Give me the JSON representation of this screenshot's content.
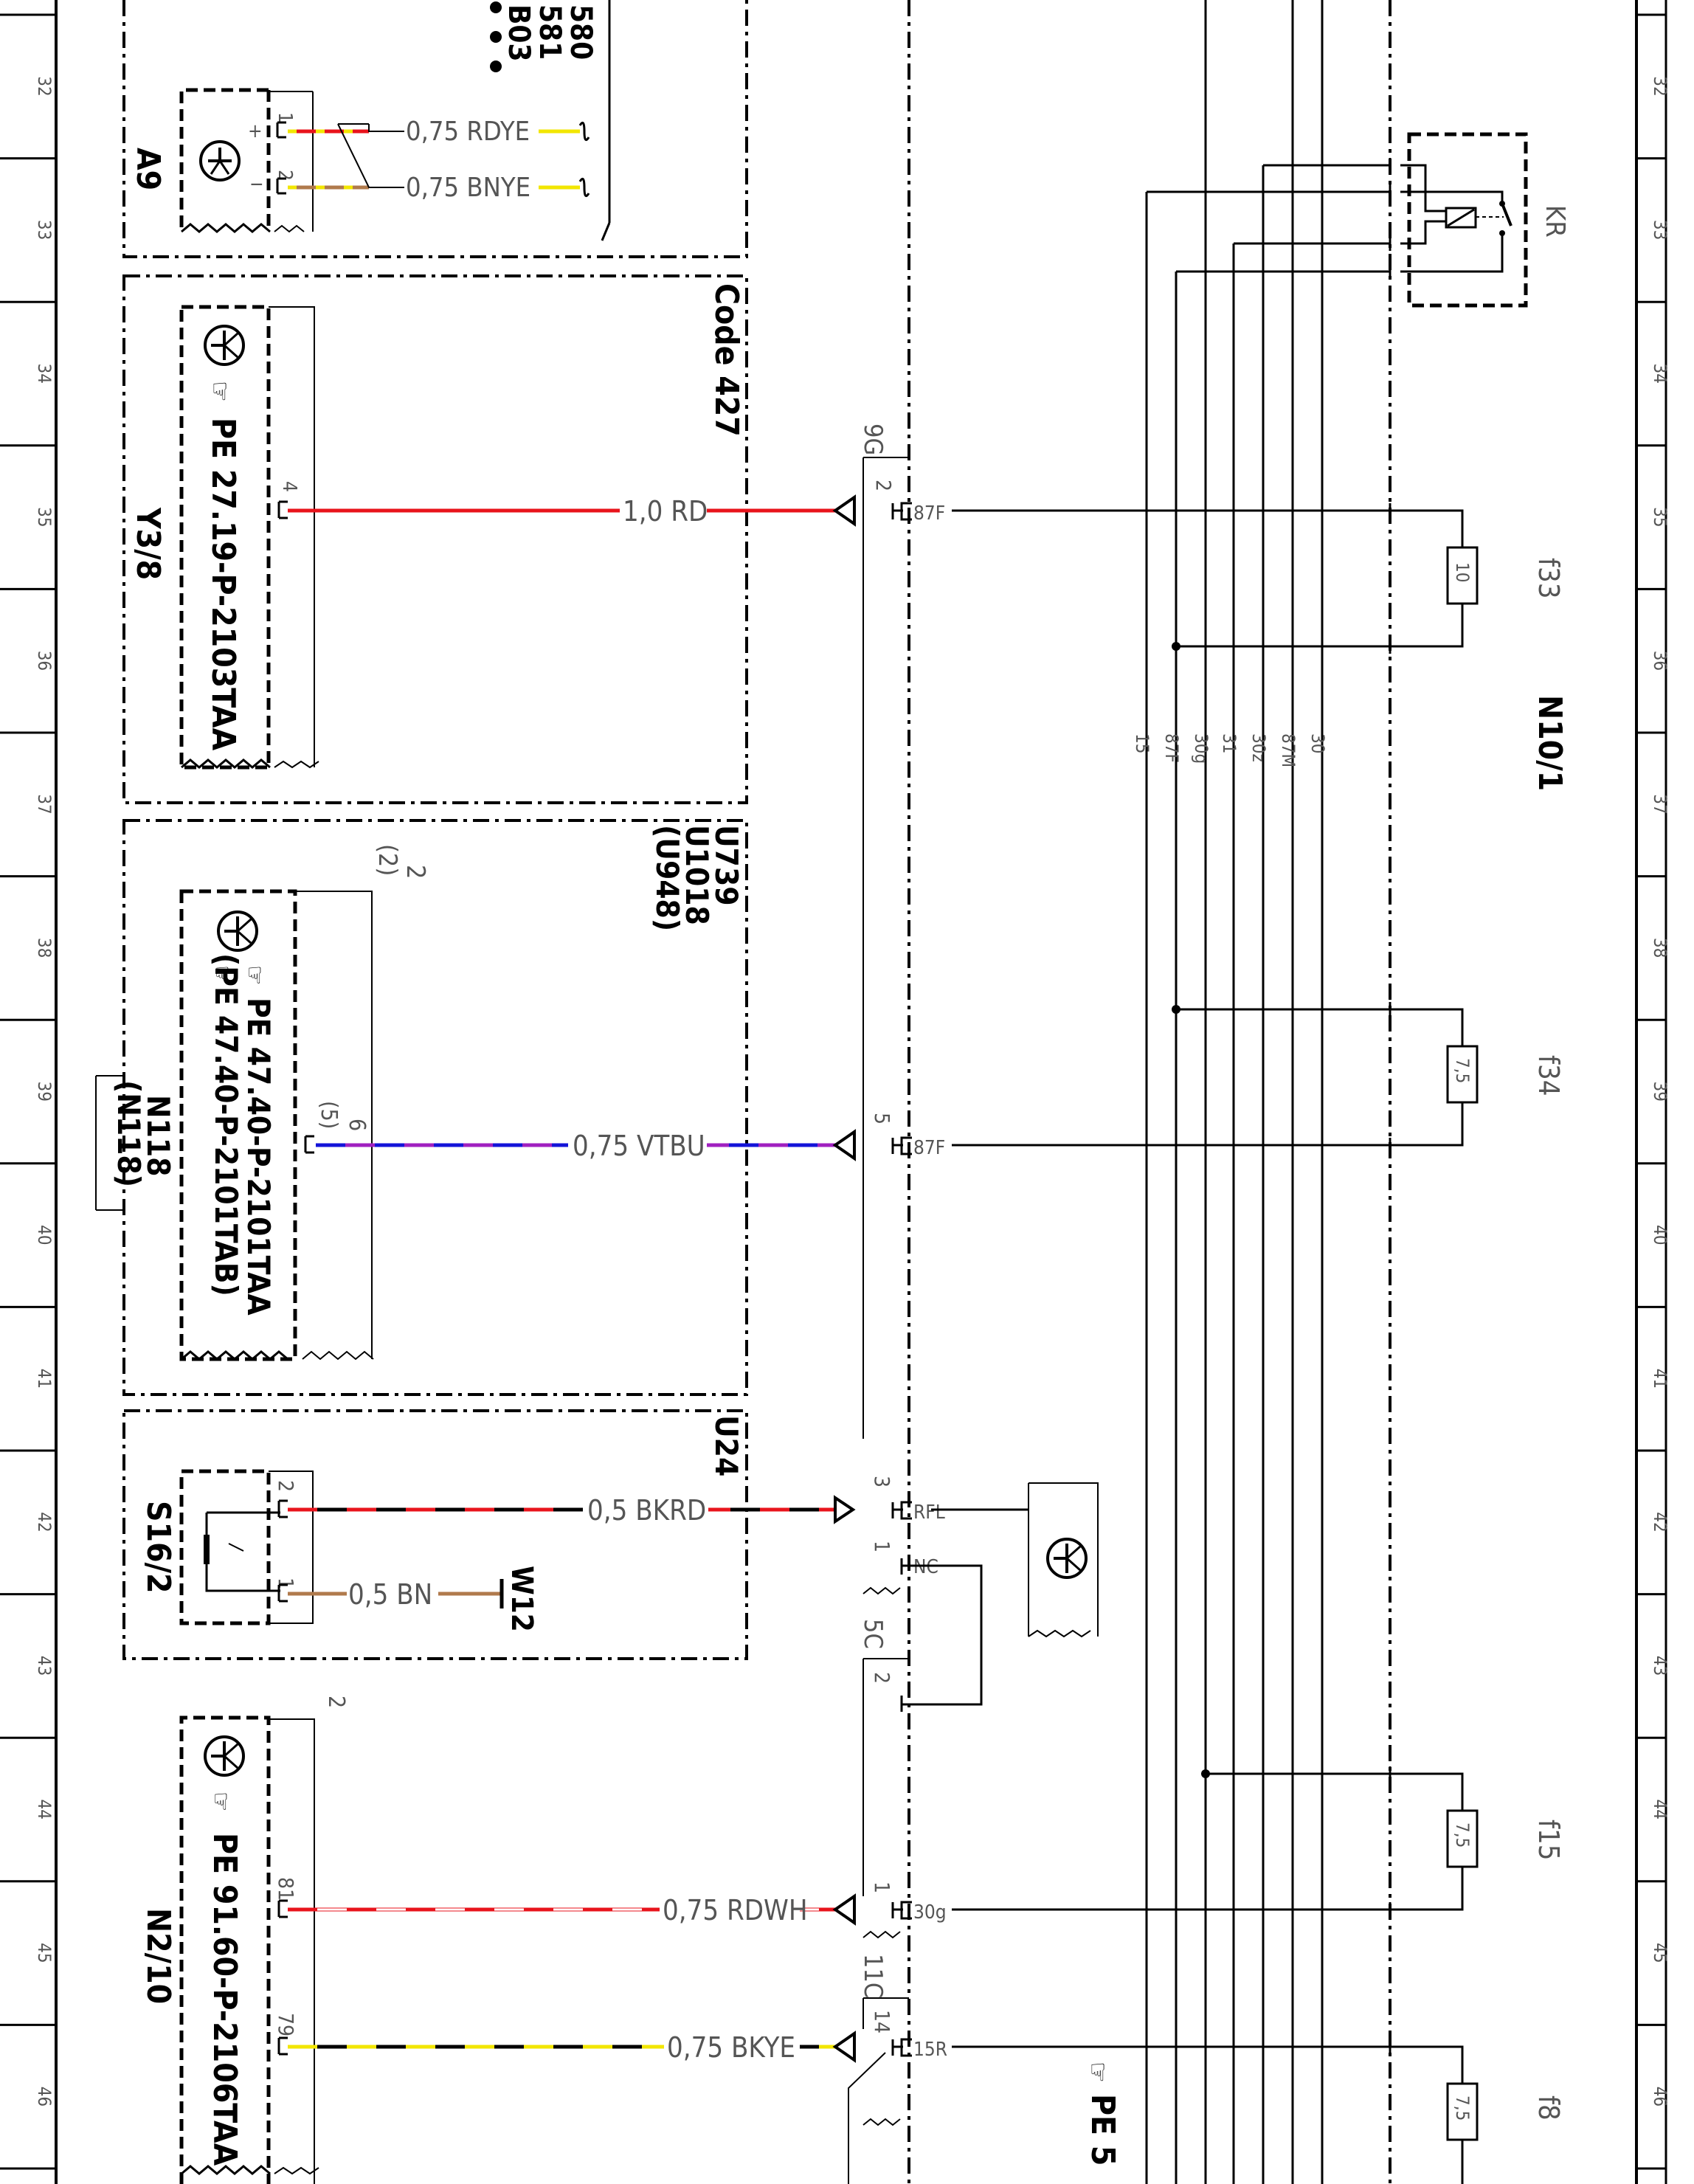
{
  "ruler_numbers": [
    "32",
    "33",
    "34",
    "35",
    "36",
    "37",
    "38",
    "39",
    "40",
    "41",
    "42",
    "43",
    "44",
    "45",
    "46"
  ],
  "colors": {
    "RD": "#e8141c",
    "YE": "#f2e600",
    "BN": "#b07a4c",
    "VT": "#a020c0",
    "BU": "#1414d8",
    "BK": "#000000"
  },
  "header_codes": [
    "580",
    "581",
    "B03"
  ],
  "modules": {
    "a9": {
      "label": "A9",
      "pin_plus": "+",
      "pin_minus": "−",
      "pin1": "1",
      "pin2": "2"
    },
    "y38": {
      "label": "Y3/8",
      "pe": "PE 27.19-P-2103TAA",
      "pin": "4",
      "code": "Code 427"
    },
    "n118": {
      "label": "N118",
      "label_alt": "(N118)",
      "pe1": "PE 47.40-P-2101TAA",
      "pe2": "(PE 47.40-P-2101TAB)",
      "pin": "6",
      "pin_alt": "(5)",
      "pin_top": "2",
      "pin_top_alt": "(2)",
      "codes": [
        "U739",
        "U1018",
        "(U948)"
      ]
    },
    "s162": {
      "label": "S16/2",
      "pin1": "2",
      "pin2": "1",
      "code": "U24",
      "ground": "W12"
    },
    "n210": {
      "label": "N2/10",
      "pe": "PE 91.60-P-2106TAA",
      "pin_top": "2",
      "pin1": "81",
      "pin2": "79"
    },
    "n101": {
      "label": "N10/1",
      "relay": "KR"
    }
  },
  "wires": [
    {
      "id": "a9-1",
      "label": "0,75 RDYE"
    },
    {
      "id": "a9-2",
      "label": "0,75 BNYE"
    },
    {
      "id": "y38",
      "label": "1,0 RD"
    },
    {
      "id": "n118",
      "label": "0,75 VTBU"
    },
    {
      "id": "s162-2",
      "label": "0,5 BKRD"
    },
    {
      "id": "s162-1",
      "label": "0,5 BN"
    },
    {
      "id": "n210-81",
      "label": "0,75 RDWH"
    },
    {
      "id": "n210-79",
      "label": "0,75 BKYE"
    }
  ],
  "connectors": {
    "c9g": {
      "name": "9G",
      "pin_a": "2",
      "pin_b": "5",
      "term_a": "87F",
      "term_b": "87F"
    },
    "c5c": {
      "name": "5C",
      "pin_a": "3",
      "pin_b": "1",
      "pin_c": "2",
      "term_a": "RFL",
      "term_b": "NC"
    },
    "c11c": {
      "name": "11C",
      "pin_a": "1",
      "pin_b": "14",
      "term_a": "30g",
      "term_b": "15R"
    }
  },
  "bus_labels": [
    "15",
    "87F",
    "30g",
    "31",
    "30z",
    "87M",
    "30"
  ],
  "fuses": [
    {
      "name": "f33",
      "value": "10"
    },
    {
      "name": "f34",
      "value": "7,5"
    },
    {
      "name": "f15",
      "value": "7,5"
    },
    {
      "name": "f8",
      "value": "7,5"
    }
  ],
  "footer_pe": "PE 5"
}
